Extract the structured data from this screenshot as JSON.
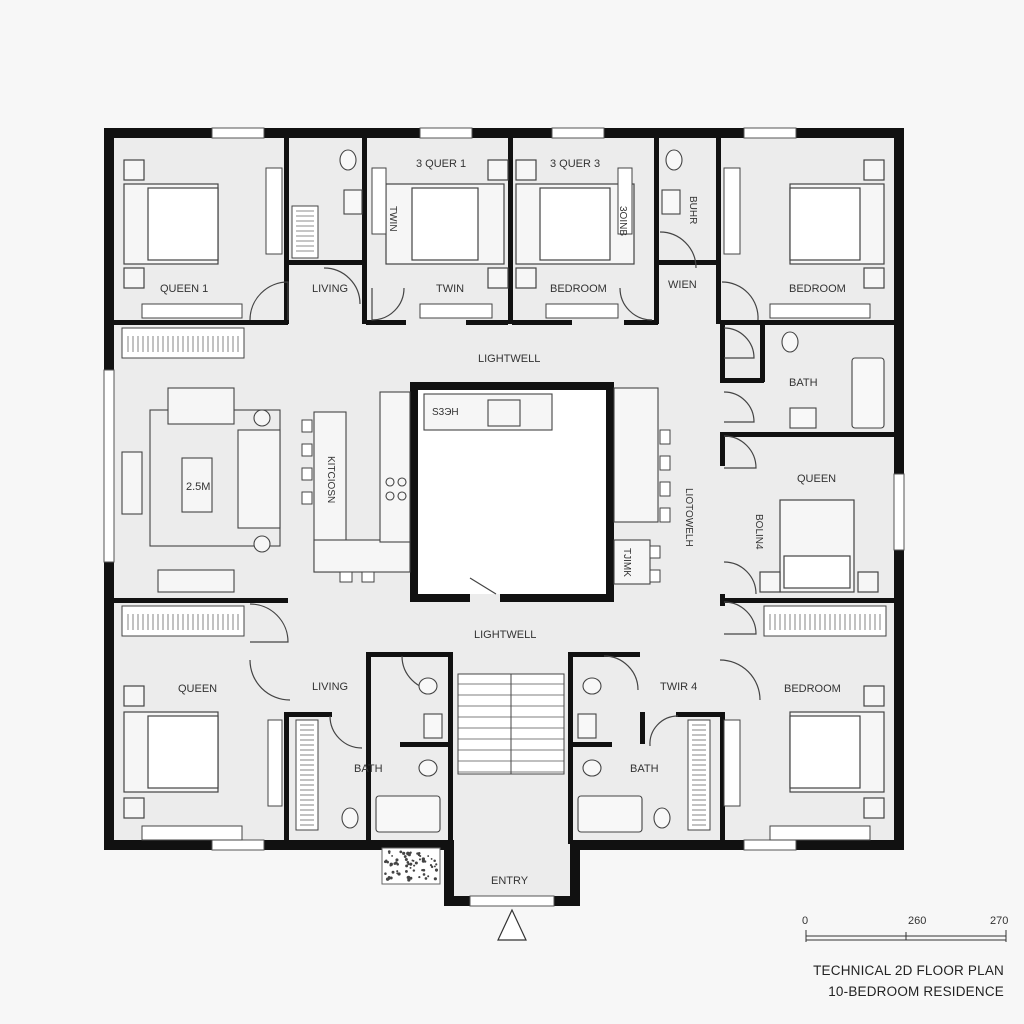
{
  "title": {
    "line1": "TECHNICAL 2D FLOOR PLAN",
    "line2": "10-BEDROOM RESIDENCE"
  },
  "scale_bar": {
    "tick_start": "0",
    "tick_mid": "260",
    "tick_end": "270"
  },
  "rooms": {
    "queen1": "QUEEN 1",
    "living_top": "LIVING",
    "twin_top": "TWIN",
    "twin_top_header": "3 QUER 1",
    "twin_side": "TWIN",
    "bedroom_top": "BEDROOM",
    "bedroom_top_header": "3 QUER 3",
    "bedroom_side": "3OINB",
    "wien": "WIEN",
    "bath_top_side": "BUHR",
    "bedroom_ne": "BEDROOM",
    "bath_east": "BATH",
    "queen_east": "QUEEN",
    "queen_east_side": "BOLIN4",
    "lightwell_top": "LIGHTWELL",
    "lightwell_mid": "LIGHTWELL",
    "lightwell_vertical": "LIOTOWELH",
    "kitchen": "KITCIOSN",
    "sink_label": "S3ЭH",
    "table_label": "2.5M",
    "stool_label": "TJIMK",
    "queen_sw": "QUEEN",
    "living_bottom": "LIVING",
    "bath_sw": "BATH",
    "twin4": "TWIR 4",
    "bath_se": "BATH",
    "bedroom_se": "BEDROOM",
    "entry": "ENTRY"
  },
  "colors": {
    "wall": "#111111",
    "floor": "#ececec",
    "line": "#555555",
    "furniture": "#f6f6f6"
  }
}
